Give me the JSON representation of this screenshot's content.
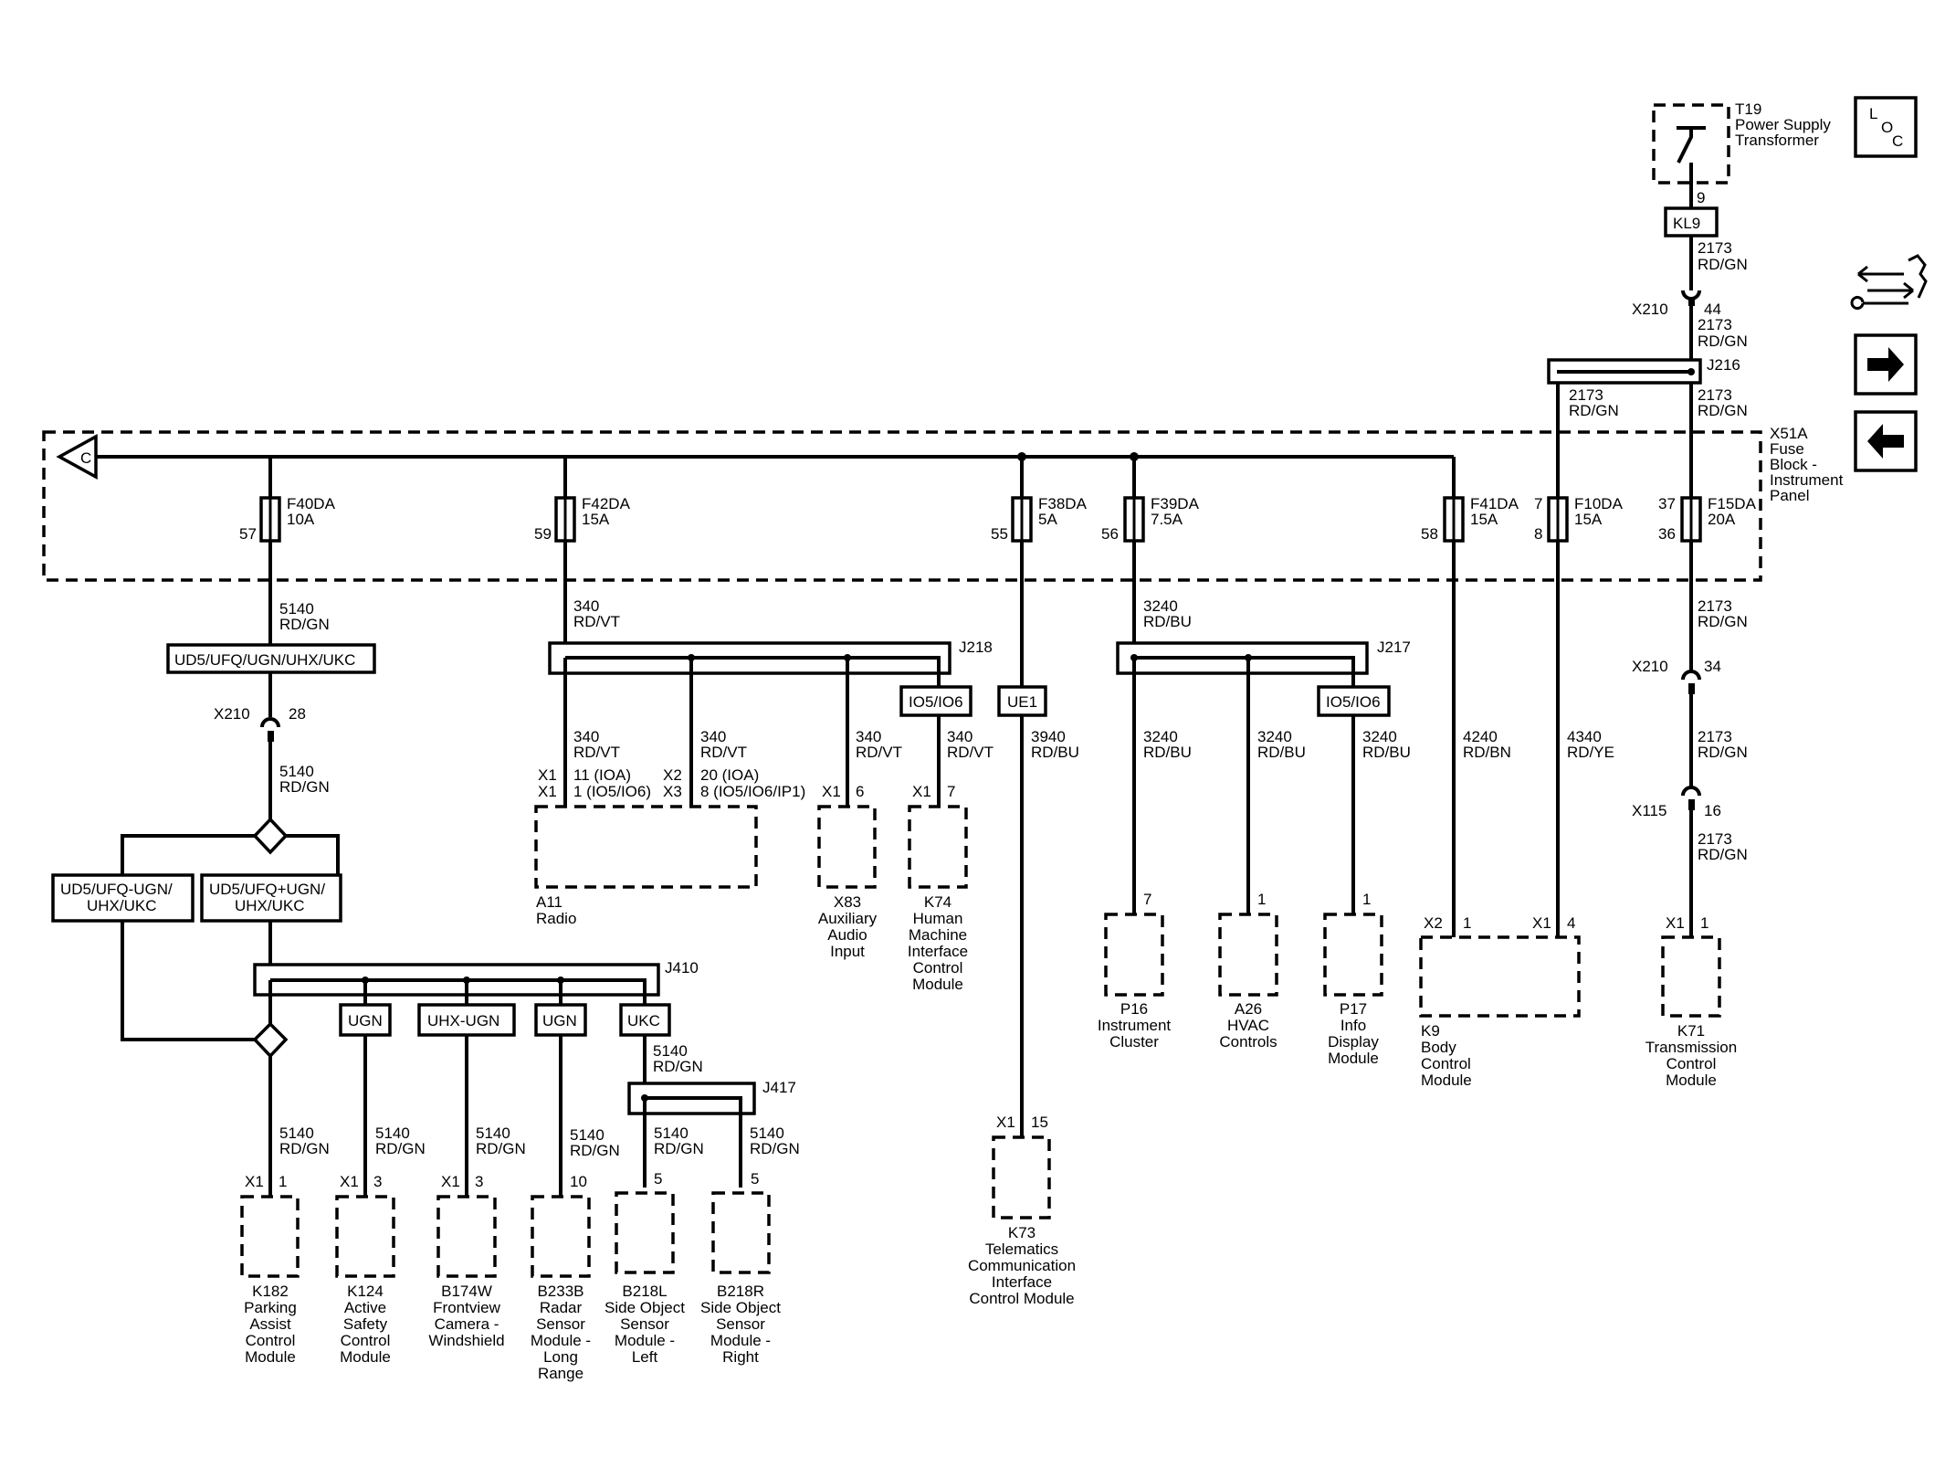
{
  "icons": {
    "loc": {
      "l": "L",
      "o": "O",
      "c": "C"
    },
    "connector_arrow_letter": "C"
  },
  "transformer": {
    "name": "T19",
    "line2": "Power Supply",
    "line3": "Transformer",
    "pin": "9",
    "connector": "KL9",
    "wire1_a": "2173",
    "wire1_b": "RD/GN"
  },
  "x210_top": {
    "name": "X210",
    "pin": "44",
    "wire_a": "2173",
    "wire_b": "RD/GN"
  },
  "j216": {
    "name": "J216",
    "left_a": "2173",
    "left_b": "RD/GN",
    "right_a": "2173",
    "right_b": "RD/GN"
  },
  "fuse_block": {
    "name": "X51A",
    "line2": "Fuse",
    "line3": "Block -",
    "line4": "Instrument",
    "line5": "Panel"
  },
  "fuses": [
    {
      "name": "F40DA",
      "rating": "10A",
      "pin_in": "",
      "pin_out": "57"
    },
    {
      "name": "F42DA",
      "rating": "15A",
      "pin_in": "",
      "pin_out": "59"
    },
    {
      "name": "F38DA",
      "rating": "5A",
      "pin_in": "",
      "pin_out": "55"
    },
    {
      "name": "F39DA",
      "rating": "7.5A",
      "pin_in": "",
      "pin_out": "56"
    },
    {
      "name": "F41DA",
      "rating": "15A",
      "pin_in": "",
      "pin_out": "58"
    },
    {
      "name": "F10DA",
      "rating": "15A",
      "pin_in": "7",
      "pin_out": "8"
    },
    {
      "name": "F15DA",
      "rating": "20A",
      "pin_in": "37",
      "pin_out": "36"
    }
  ],
  "left_branch": {
    "wire_a": "5140",
    "wire_b": "RD/GN",
    "option_box": "UD5/UFQ/UGN/UHX/UKC",
    "x210": "X210",
    "x210_pin": "28",
    "wire2_a": "5140",
    "wire2_b": "RD/GN",
    "opt_left_1": "UD5/UFQ-UGN/",
    "opt_left_2": "UHX/UKC",
    "opt_right_1": "UD5/UFQ+UGN/",
    "opt_right_2": "UHX/UKC",
    "j410": "J410",
    "tags": [
      "UGN",
      "UHX-UGN",
      "UGN",
      "UKC"
    ],
    "ukc_wire_a": "5140",
    "ukc_wire_b": "RD/GN",
    "j417": "J417"
  },
  "bottom_modules": [
    {
      "wire_a": "5140",
      "wire_b": "RD/GN",
      "conn": "X1",
      "pin": "1",
      "n1": "K182",
      "n2": "Parking",
      "n3": "Assist",
      "n4": "Control",
      "n5": "Module"
    },
    {
      "wire_a": "5140",
      "wire_b": "RD/GN",
      "conn": "X1",
      "pin": "3",
      "n1": "K124",
      "n2": "Active",
      "n3": "Safety",
      "n4": "Control",
      "n5": "Module"
    },
    {
      "wire_a": "5140",
      "wire_b": "RD/GN",
      "conn": "X1",
      "pin": "3",
      "n1": "B174W",
      "n2": "Frontview",
      "n3": "Camera -",
      "n4": "Windshield",
      "n5": ""
    },
    {
      "wire_a": "5140",
      "wire_b": "RD/GN",
      "conn": "",
      "pin": "10",
      "n1": "B233B",
      "n2": "Radar",
      "n3": "Sensor",
      "n4": "Module -",
      "n5": "Long",
      "n6": "Range"
    },
    {
      "wire_a": "5140",
      "wire_b": "RD/GN",
      "conn": "",
      "pin": "5",
      "n1": "B218L",
      "n2": "Side Object",
      "n3": "Sensor",
      "n4": "Module -",
      "n5": "Left"
    },
    {
      "wire_a": "5140",
      "wire_b": "RD/GN",
      "conn": "",
      "pin": "5",
      "n1": "B218R",
      "n2": "Side Object",
      "n3": "Sensor",
      "n4": "Module -",
      "n5": "Right"
    }
  ],
  "radio_branch": {
    "wire_a": "340",
    "wire_b": "RD/VT",
    "j218": "J218",
    "w1_a": "340",
    "w1_b": "RD/VT",
    "w2_a": "340",
    "w2_b": "RD/VT",
    "w3_a": "340",
    "w3_b": "RD/VT",
    "w4_a": "340",
    "w4_b": "RD/VT",
    "io_tag": "IO5/IO6",
    "a11_p1_c1": "X1",
    "a11_p1_t1": "11 (IOA)",
    "a11_p1_c2": "X1",
    "a11_p1_t2": "1 (IO5/IO6)",
    "a11_p2_c1": "X2",
    "a11_p2_t1": "20 (IOA)",
    "a11_p2_c2": "X3",
    "a11_p2_t2": "8 (IO5/IO6/IP1)",
    "x83_conn": "X1",
    "x83_pin": "6",
    "k74_conn": "X1",
    "k74_pin": "7",
    "a11_n1": "A11",
    "a11_n2": "Radio",
    "x83_n1": "X83",
    "x83_n2": "Auxiliary",
    "x83_n3": "Audio",
    "x83_n4": "Input",
    "k74_n1": "K74",
    "k74_n2": "Human",
    "k74_n3": "Machine",
    "k74_n4": "Interface",
    "k74_n5": "Control",
    "k74_n6": "Module"
  },
  "telematics": {
    "tag": "UE1",
    "wire_a": "3940",
    "wire_b": "RD/BU",
    "conn": "X1",
    "pin": "15",
    "n1": "K73",
    "n2": "Telematics",
    "n3": "Communication",
    "n4": "Interface",
    "n5": "Control Module"
  },
  "hvac_branch": {
    "wire_a": "3240",
    "wire_b": "RD/BU",
    "j217": "J217",
    "io_tag": "IO5/IO6",
    "w1_a": "3240",
    "w1_b": "RD/BU",
    "w2_a": "3240",
    "w2_b": "RD/BU",
    "w3_a": "3240",
    "w3_b": "RD/BU",
    "p16_pin": "7",
    "a26_pin": "1",
    "p17_pin": "1",
    "p16_n1": "P16",
    "p16_n2": "Instrument",
    "p16_n3": "Cluster",
    "a26_n1": "A26",
    "a26_n2": "HVAC",
    "a26_n3": "Controls",
    "p17_n1": "P17",
    "p17_n2": "Info",
    "p17_n3": "Display",
    "p17_n4": "Module"
  },
  "bcm_branch": {
    "w1_a": "4240",
    "w1_b": "RD/BN",
    "w2_a": "4340",
    "w2_b": "RD/YE",
    "c1": "X2",
    "p1": "1",
    "c2": "X1",
    "p2": "4",
    "n1": "K9",
    "n2": "Body",
    "n3": "Control",
    "n4": "Module"
  },
  "tcm_branch": {
    "w1_a": "2173",
    "w1_b": "RD/GN",
    "x210": "X210",
    "x210_pin": "34",
    "w2_a": "2173",
    "w2_b": "RD/GN",
    "x115": "X115",
    "x115_pin": "16",
    "w3_a": "2173",
    "w3_b": "RD/GN",
    "conn": "X1",
    "pin": "1",
    "n1": "K71",
    "n2": "Transmission",
    "n3": "Control",
    "n4": "Module"
  }
}
